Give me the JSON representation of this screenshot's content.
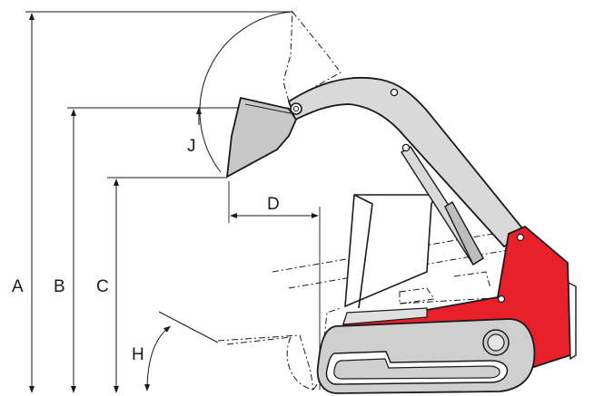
{
  "labels": {
    "a": "A",
    "b": "B",
    "c": "C",
    "d": "D",
    "h": "H",
    "j": "J"
  },
  "colors": {
    "machine_red": "#e8202a",
    "arm_gray": "#d9d9d9",
    "bucket_gray": "#c8c8c8",
    "track_gray": "#cfcfcf",
    "line": "#1a1a1a"
  }
}
